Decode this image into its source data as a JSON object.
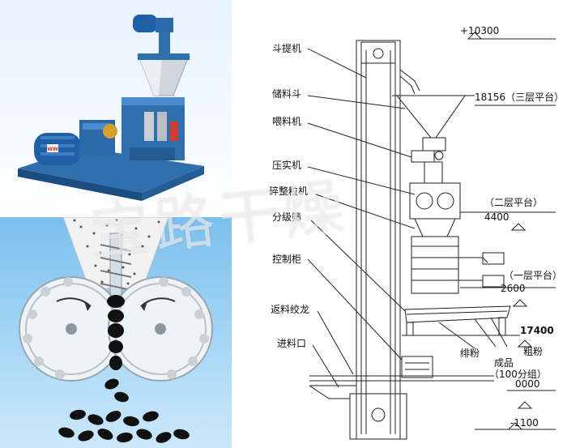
{
  "diagram": {
    "components": [
      {
        "id": "bucket-elevator",
        "label": "斗提机"
      },
      {
        "id": "storage-hopper",
        "label": "储料斗"
      },
      {
        "id": "feeder",
        "label": "喂料机"
      },
      {
        "id": "compactor",
        "label": "压实机"
      },
      {
        "id": "granulator",
        "label": "碎整粒机"
      },
      {
        "id": "grading-screen",
        "label": "分级筛"
      },
      {
        "id": "control-cabinet",
        "label": "控制柜"
      },
      {
        "id": "return-screw",
        "label": "返料绞龙"
      },
      {
        "id": "feed-inlet",
        "label": "进料口"
      }
    ],
    "elevations": [
      {
        "id": "top",
        "label": "+10300"
      },
      {
        "id": "floor-3",
        "label": "18156（三层平台）"
      },
      {
        "id": "floor-2-name",
        "label": "（二层平台）"
      },
      {
        "id": "floor-2-height",
        "label": "4400"
      },
      {
        "id": "floor-1-name",
        "label": "（一层平台）"
      },
      {
        "id": "floor-1-height",
        "label": "2600"
      },
      {
        "id": "screen-level",
        "label": "17400"
      },
      {
        "id": "ground",
        "label": "0000"
      },
      {
        "id": "pit",
        "label": "-1100"
      }
    ],
    "outputs": [
      {
        "id": "fine-powder",
        "label": "绯粉"
      },
      {
        "id": "coarse-powder",
        "label": "粗粉"
      },
      {
        "id": "product",
        "label": "成品"
      },
      {
        "id": "product-mesh",
        "label": "（100分组）"
      }
    ]
  },
  "watermark": {
    "text": "宝路干燥"
  },
  "motor_badge": {
    "text": "WW"
  },
  "colors": {
    "machine_blue": "#2f6fae",
    "motor_blue": "#1f5fa8",
    "roll_grey": "#e8eef2",
    "background_blue": "#8ccbf2"
  }
}
